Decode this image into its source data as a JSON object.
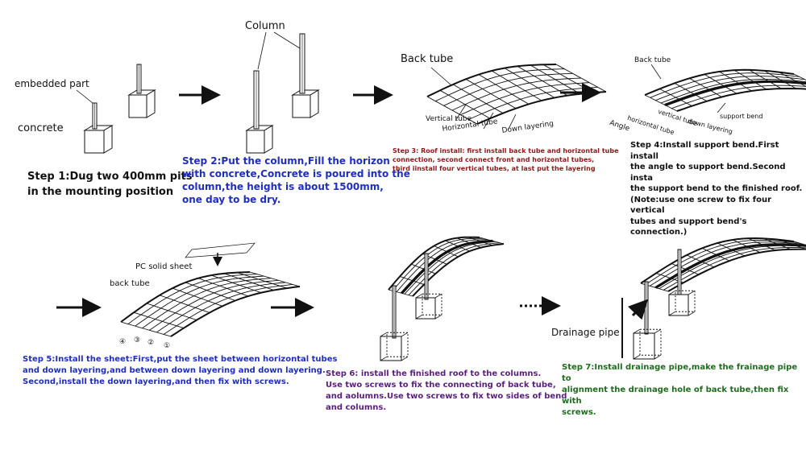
{
  "labels": {
    "embedded_part": "embedded part",
    "concrete": "concrete",
    "column": "Column",
    "back_tube_3": "Back tube",
    "vertical_tube_3": "Vertical tube",
    "horizontal_tube_3": "Horizontal tube",
    "down_layering_3": "Down layering",
    "back_tube_4": "Back tube",
    "horizontal_tube_4": "horizontal tube",
    "vertical_tube_4": "vertical tube",
    "down_layering_4": "down layering",
    "support_bend_4": "support bend",
    "angle_4": "Angle",
    "pc_solid_sheet": "PC solid sheet",
    "back_tube_5": "back tube",
    "n4": "④",
    "n3": "③",
    "n2": "②",
    "n1": "①",
    "drainage_pipe": "Drainage pipe"
  },
  "steps": {
    "s1": "Step 1:Dug two 400mm pits\nin the mounting position",
    "s2": "Step 2:Put the column,Fill the horizon\nwith concrete,Concrete is poured into the\ncolumn,the height is about 1500mm,\none day to be dry.",
    "s3": "Step 3: Roof install: first install back tube and horizontal tube\nconnection, second connect front and horizontal tubes,\nthird iinstall four vertical tubes, at last put the layering",
    "s4": "Step 4:Install support bend.First install\nthe angle to support bend.Second insta\nthe support bend to the finished roof.\n(Note:use one screw to fix four vertical\ntubes and support bend's connection.)",
    "s5": "Step 5:Install the sheet:First,put the sheet between horizontal tubes\nand down layering,and between down layering and down layering.\nSecond,install the down layering,and then fix with screws.",
    "s6": "Step 6: install the finished roof to the columns.\nUse two screws to fix the connecting of back tube,\nand aolumns.Use two screws to fix two sides of bend\nand columns.",
    "s7": "Step 7:Install drainage pipe,make the frainage pipe to\nalignment the drainage hole of back tube,then fix with\nscrews."
  },
  "colors": {
    "step1": "#111111",
    "step2": "#1f2fb8",
    "step3": "#8b1a1a",
    "step4": "#111111",
    "step5": "#1f2fb8",
    "step6": "#5a1f7a",
    "step7": "#1f6b1f"
  }
}
